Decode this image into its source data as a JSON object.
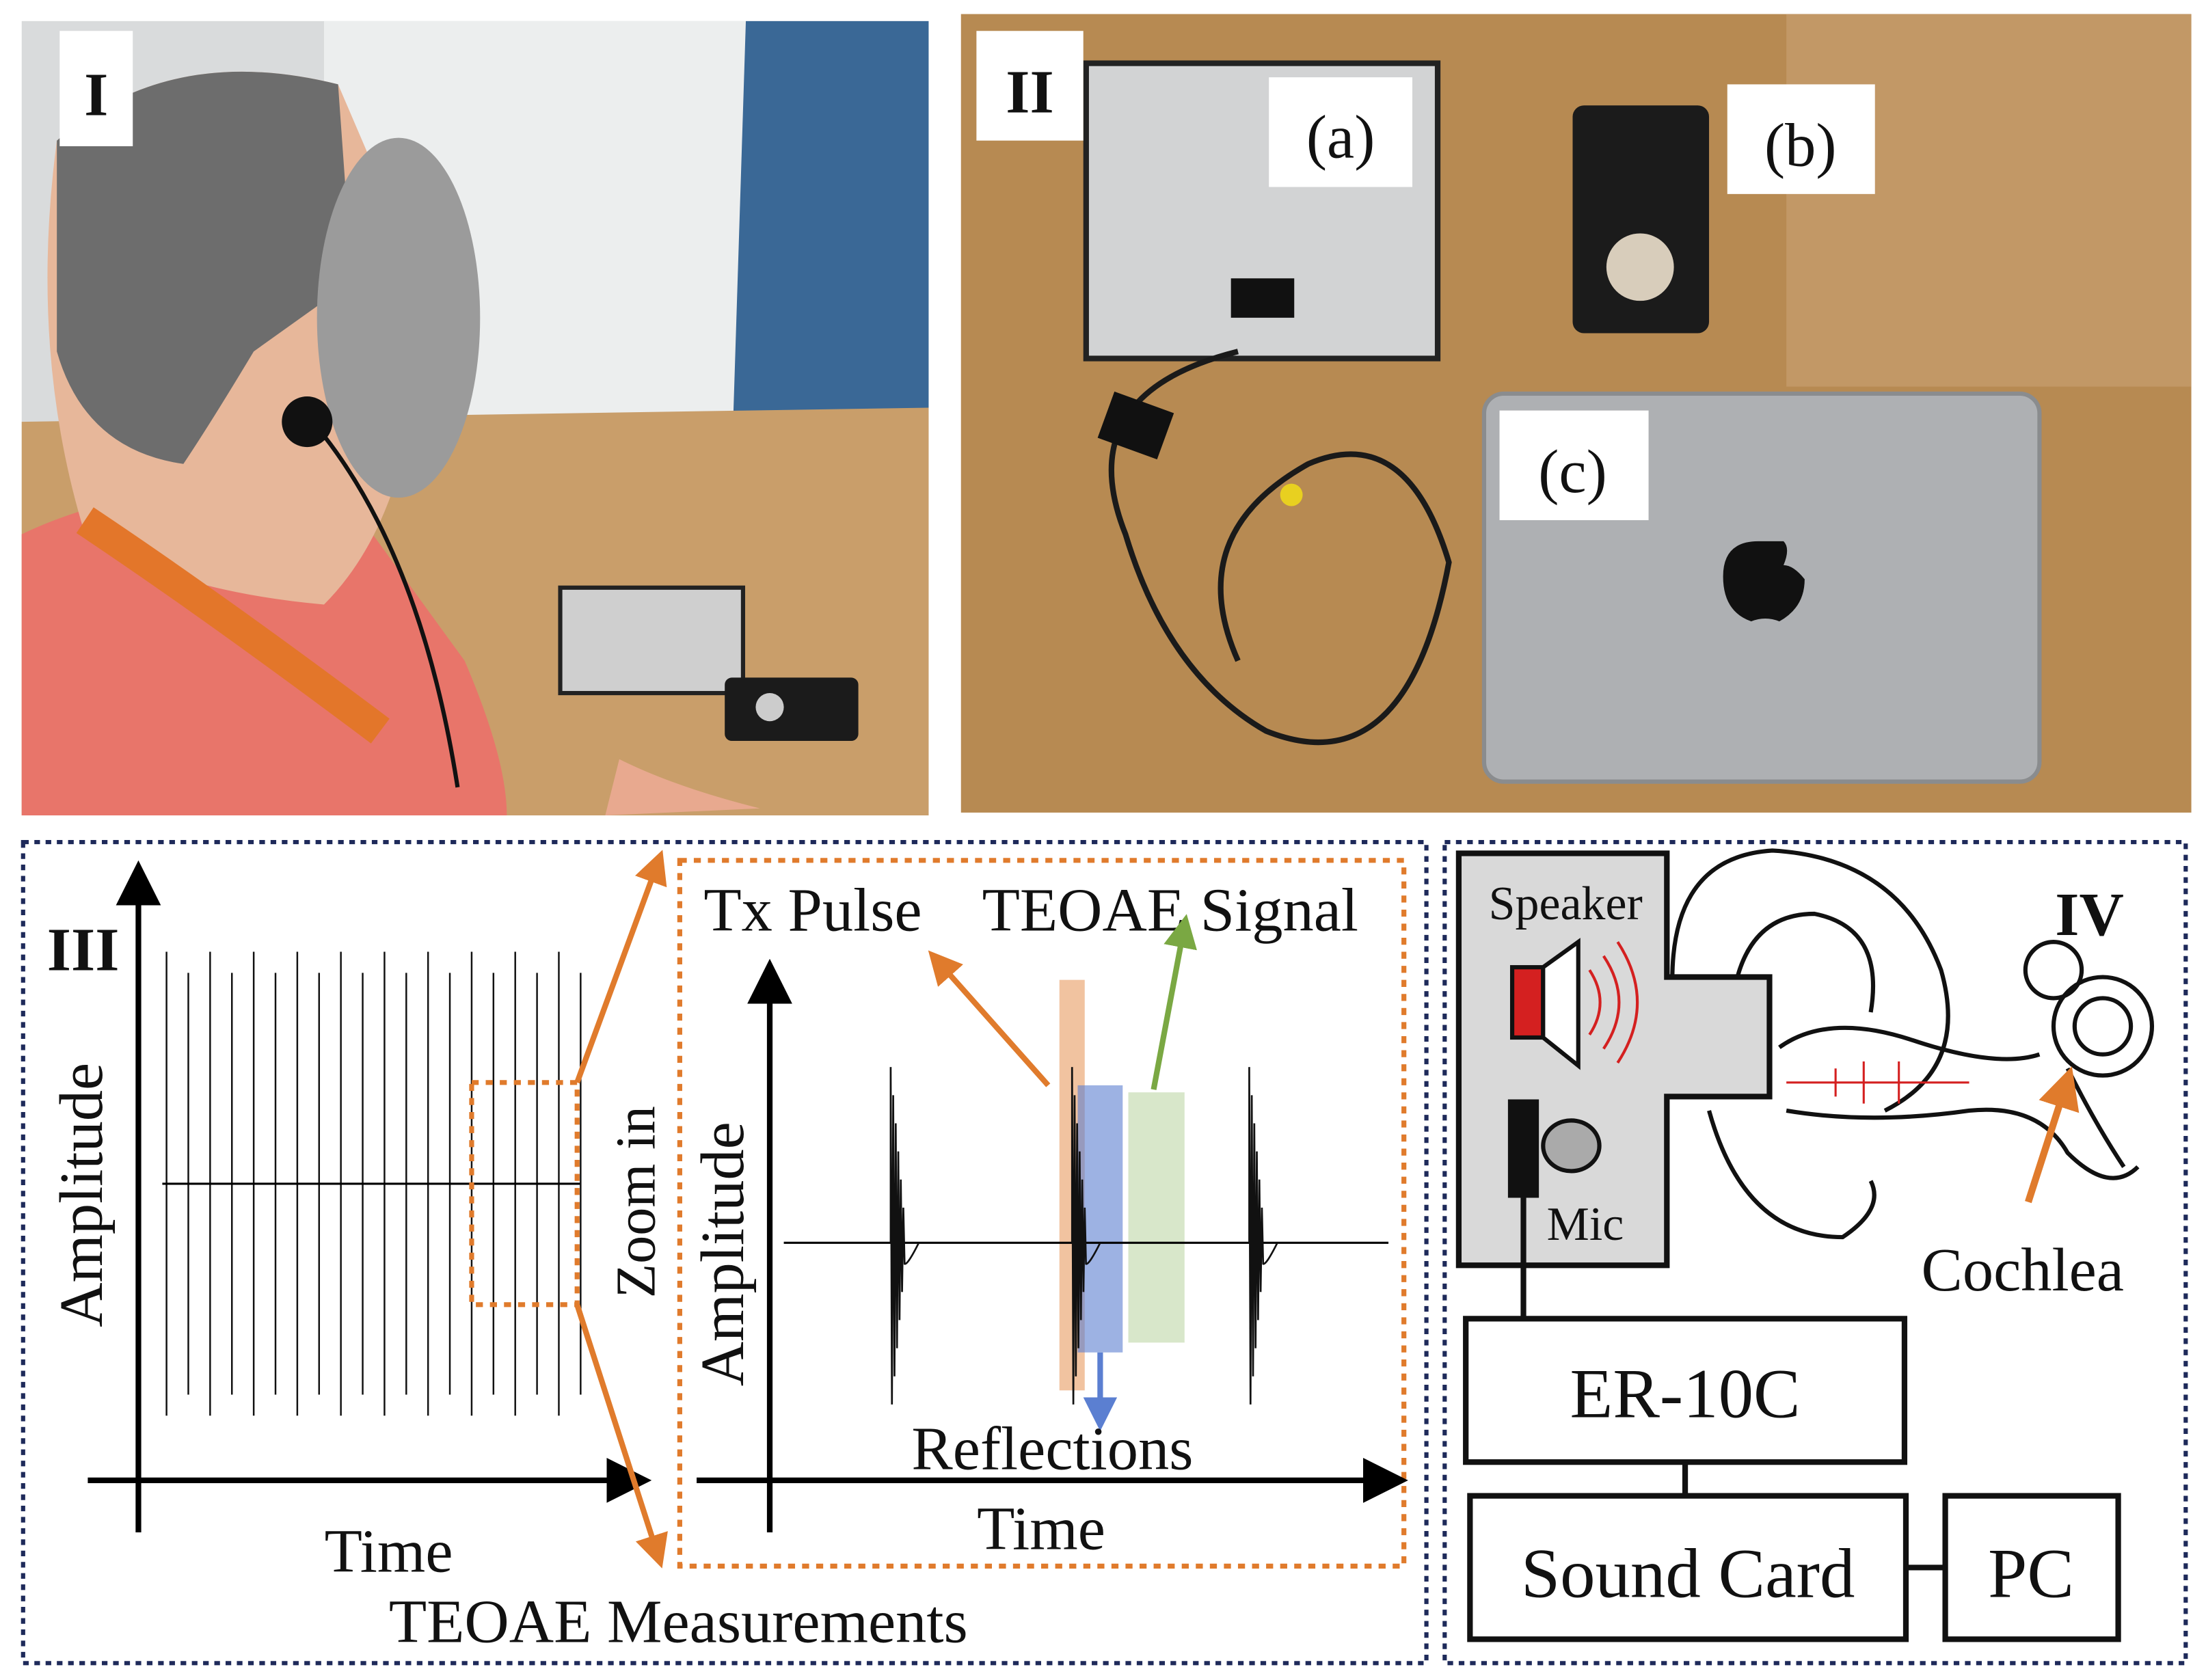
{
  "panels": {
    "I": {
      "label": "I"
    },
    "II": {
      "label": "II",
      "device_labels": [
        "(a)",
        "(b)",
        "(c)"
      ]
    },
    "III": {
      "label": "III",
      "left_plot": {
        "ylabel": "Amplitude",
        "xlabel": "Time"
      },
      "zoom_label": "Zoom in",
      "zoom_plot": {
        "ylabel": "Amplitude",
        "xlabel": "Time",
        "tx_pulse": "Tx Pulse",
        "teoae_signal": "TEOAE Signal",
        "reflections": "Reflections"
      },
      "caption": "TEOAE Measurements"
    },
    "IV": {
      "label": "IV",
      "speaker": "Speaker",
      "mic": "Mic",
      "cochlea": "Cochlea",
      "probe": "ER-10C",
      "sound_card": "Sound Card",
      "pc": "PC"
    }
  },
  "colors": {
    "orange": "#e07b2c",
    "green": "#7aa843",
    "blue": "#5b7fd1",
    "dotted_border": "#1e2a5a",
    "red": "#d42020"
  }
}
